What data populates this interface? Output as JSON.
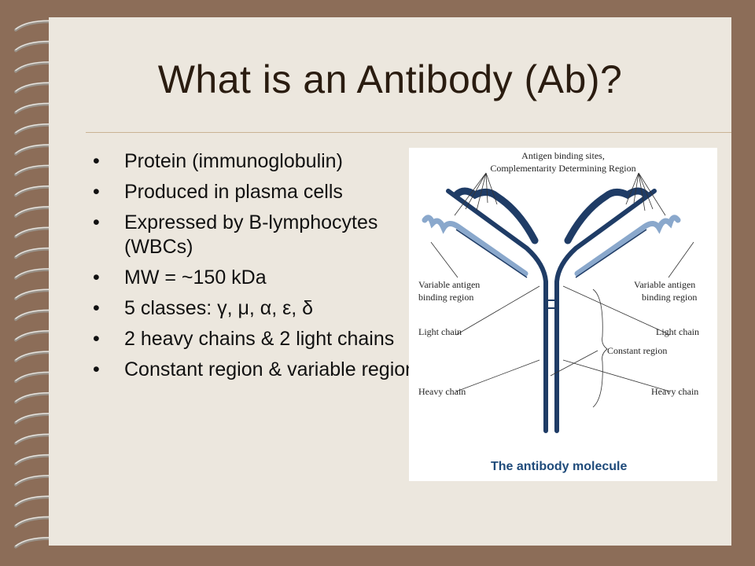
{
  "slide": {
    "title": "What is an Antibody (Ab)?",
    "bullets": [
      "Protein (immunoglobulin)",
      "Produced in plasma cells",
      "Expressed by B-lymphocytes (WBCs)",
      "MW = ~150 kDa",
      "5 classes: γ, μ, α, ε, δ",
      "2 heavy chains & 2 light chains",
      "Constant region & variable region"
    ],
    "bullet_symbol": "•"
  },
  "figure": {
    "top_label_line1": "Antigen binding sites,",
    "top_label_line2": "Complementarity Determining Region",
    "variable_left_line1": "Variable antigen",
    "variable_left_line2": "binding region",
    "variable_right_line1": "Variable antigen",
    "variable_right_line2": "binding region",
    "light_left": "Light chain",
    "light_right": "Light chain",
    "constant": "Constant region",
    "heavy_left": "Heavy chain",
    "heavy_right": "Heavy chain",
    "caption": "The antibody molecule",
    "colors": {
      "chain": "#1f3c66",
      "light": "#8aa8cc",
      "line": "#333333"
    }
  }
}
